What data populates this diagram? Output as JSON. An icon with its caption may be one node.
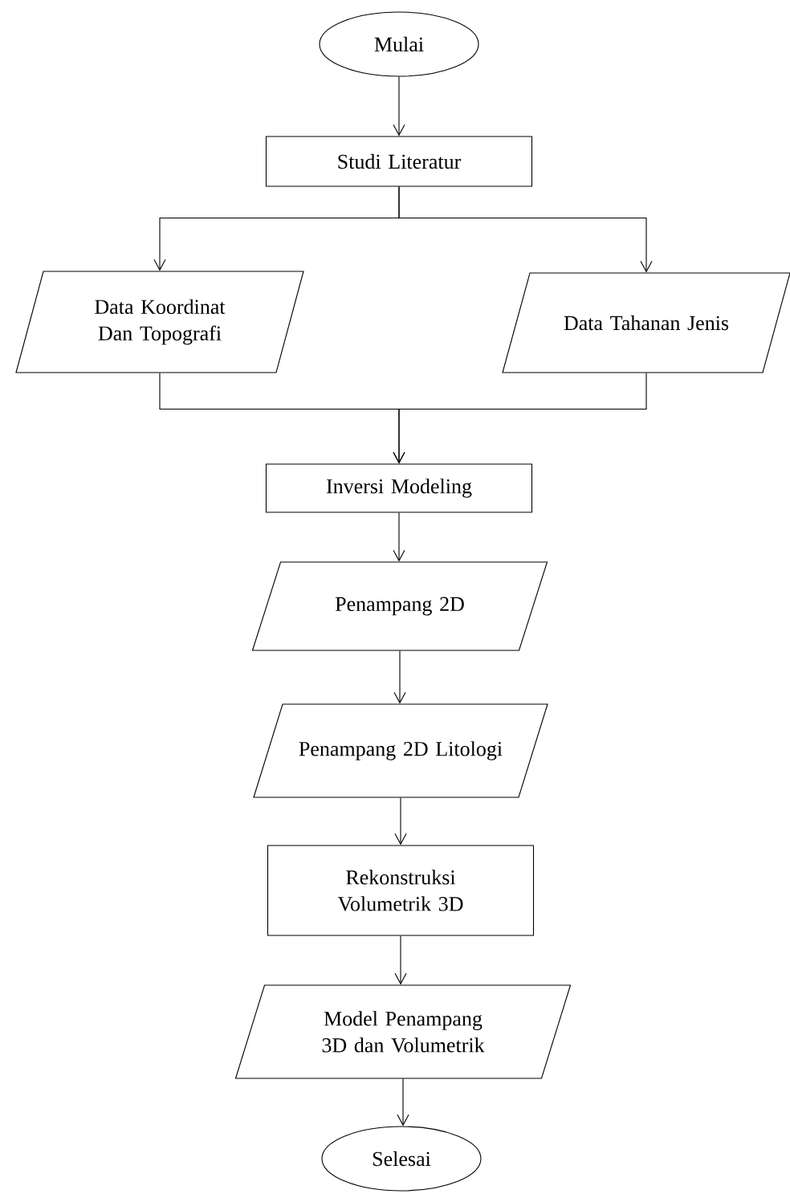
{
  "diagram": {
    "nodes": [
      {
        "text": [
          "Mulai"
        ]
      },
      {
        "text": [
          "Studi Literatur"
        ]
      },
      {
        "text": [
          "Data Koordinat Dan Topografi"
        ]
      },
      {
        "text": [
          "Data Tahanan Jenis"
        ]
      },
      {
        "text": [
          "Inversi Modeling"
        ]
      },
      {
        "text": [
          "Penampang 2D"
        ]
      },
      {
        "text": [
          "Penampang 2D Litologi"
        ]
      },
      {
        "text": [
          "Rekonstruksi Volumetrik 3D"
        ]
      },
      {
        "text": [
          "Model Penampang 3D dan Volumetrik"
        ]
      },
      {
        "text": [
          "Selesai"
        ]
      }
    ],
    "edges": [
      {
        "from": 0,
        "to": 1,
        "arrow": "to"
      },
      {
        "from": 1,
        "to": 2,
        "arrow": "to"
      },
      {
        "from": 1,
        "to": 3,
        "arrow": "to"
      },
      {
        "from": 2,
        "to": 4,
        "arrow": "to"
      },
      {
        "from": 3,
        "to": 4,
        "arrow": "to"
      },
      {
        "from": 4,
        "to": 5,
        "arrow": "to"
      },
      {
        "from": 5,
        "to": 6,
        "arrow": "to"
      },
      {
        "from": 6,
        "to": 7,
        "arrow": "to"
      },
      {
        "from": 7,
        "to": 8,
        "arrow": "to"
      },
      {
        "from": 8,
        "to": 9,
        "arrow": "to"
      }
    ]
  }
}
